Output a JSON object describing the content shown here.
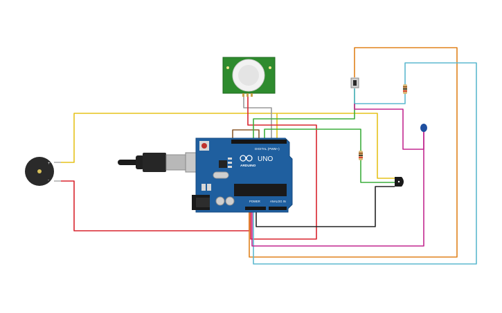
{
  "colors": {
    "background": "#ffffff",
    "arduino_board": "#1f5f9f",
    "pir_board": "#2e8b2e",
    "wire_yellow": "#e6c21a",
    "wire_red": "#d9232d",
    "wire_green": "#3cad3c",
    "wire_orange": "#e0821c",
    "wire_cyan": "#5bb8cf",
    "wire_magenta": "#c2278f",
    "wire_brown": "#8b5a2b",
    "wire_black": "#222222",
    "wire_gray": "#9a9a9a"
  },
  "components": {
    "arduino": {
      "icon": "arduino-uno-icon",
      "brand": "ARDUINO",
      "model": "UNO",
      "digital_header": "DIGITAL (PWM~)",
      "power_header": "POWER",
      "analog_header": "ANALOG IN"
    },
    "pir_sensor": {
      "icon": "pir-motion-sensor-icon"
    },
    "piezo_buzzer": {
      "icon": "piezo-buzzer-icon"
    },
    "usb_cable": {
      "icon": "usb-cable-icon"
    },
    "push_button": {
      "icon": "push-button-icon"
    },
    "temperature_sensor": {
      "icon": "temperature-sensor-icon"
    },
    "capacitor": {
      "icon": "capacitor-icon"
    },
    "resistor": {
      "icon": "resistor-icon"
    }
  }
}
